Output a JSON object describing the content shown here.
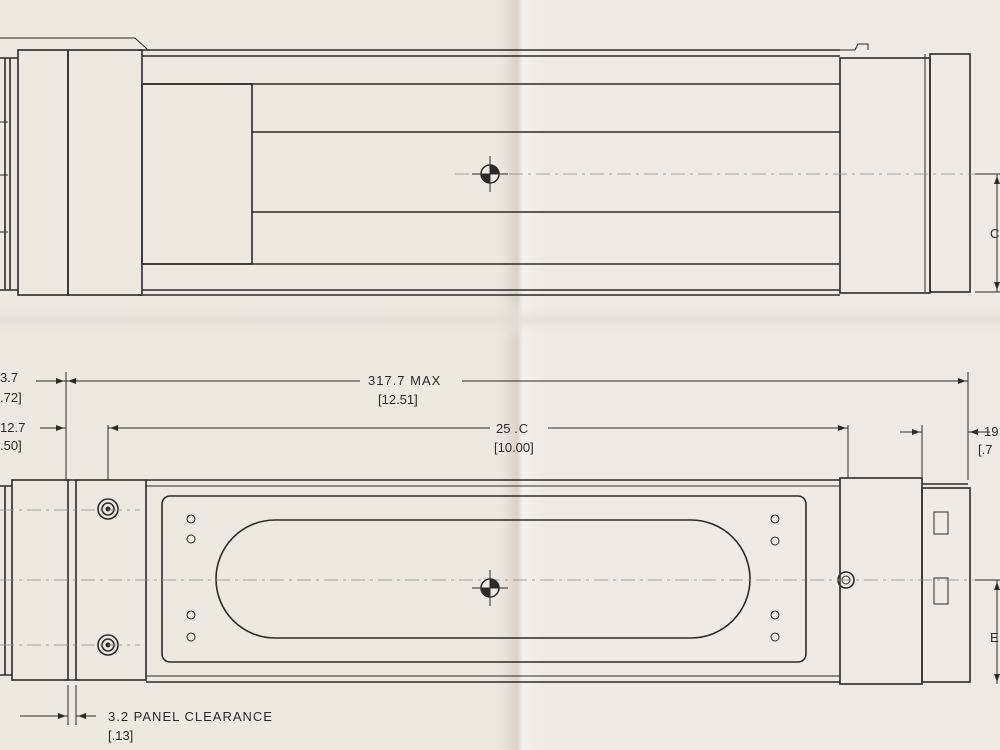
{
  "colors": {
    "paper": "#efeae4",
    "ink": "#2b2b2b",
    "fold_shadow": "#d8d2c8"
  },
  "dimensions": {
    "left_upper_mm": "3.7",
    "left_upper_in": ".72]",
    "overall_mm": "317.7 MAX",
    "overall_in": "[12.51]",
    "left_lower_mm": "12.7",
    "left_lower_in": ".50]",
    "mount_mm": "25 . C",
    "mount_in": "[10.00]",
    "right_mm": "19",
    "right_in": "[.7",
    "panel_clearance": "3.2 PANEL CLEARANCE",
    "panel_clearance_in": "[.13]",
    "right_edge_upper": "C",
    "right_edge_lower": "E"
  }
}
